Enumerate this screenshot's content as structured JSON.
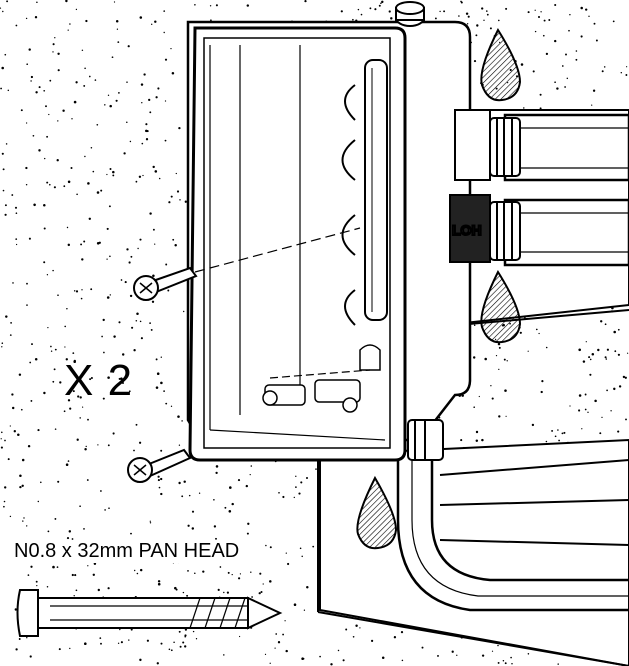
{
  "diagram": {
    "quantity_label": "X 2",
    "screw_spec_label": "N0.8 x 32mm PAN HEAD",
    "fitting_brand_text": "LOH",
    "colors": {
      "line": "#000000",
      "background": "#ffffff",
      "speckle": "#000000"
    },
    "icons": [
      "wall-plaster-texture",
      "water-drop-icon",
      "pan-head-screw-icon",
      "pipe-fitting-icon"
    ]
  }
}
